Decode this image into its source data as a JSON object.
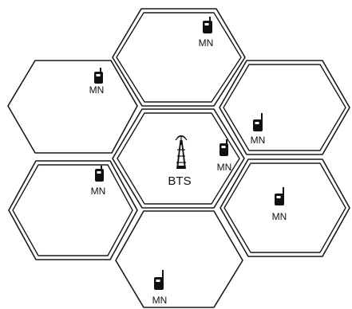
{
  "diagram": {
    "center": {
      "label": "BTS",
      "icon": "antenna-tower-icon"
    },
    "mobile_nodes": [
      {
        "label": "MN",
        "cell": "top",
        "icon": "mobile-phone-icon"
      },
      {
        "label": "MN",
        "cell": "upper-left",
        "icon": "mobile-phone-icon"
      },
      {
        "label": "MN",
        "cell": "upper-right",
        "icon": "mobile-phone-icon"
      },
      {
        "label": "MN",
        "cell": "center",
        "icon": "mobile-phone-icon"
      },
      {
        "label": "MN",
        "cell": "lower-left",
        "icon": "mobile-phone-icon"
      },
      {
        "label": "MN",
        "cell": "lower-right",
        "icon": "mobile-phone-icon"
      },
      {
        "label": "MN",
        "cell": "bottom",
        "icon": "mobile-phone-icon"
      }
    ],
    "colors": {
      "stroke": "#1a1a1a",
      "fill": "#ffffff"
    }
  }
}
